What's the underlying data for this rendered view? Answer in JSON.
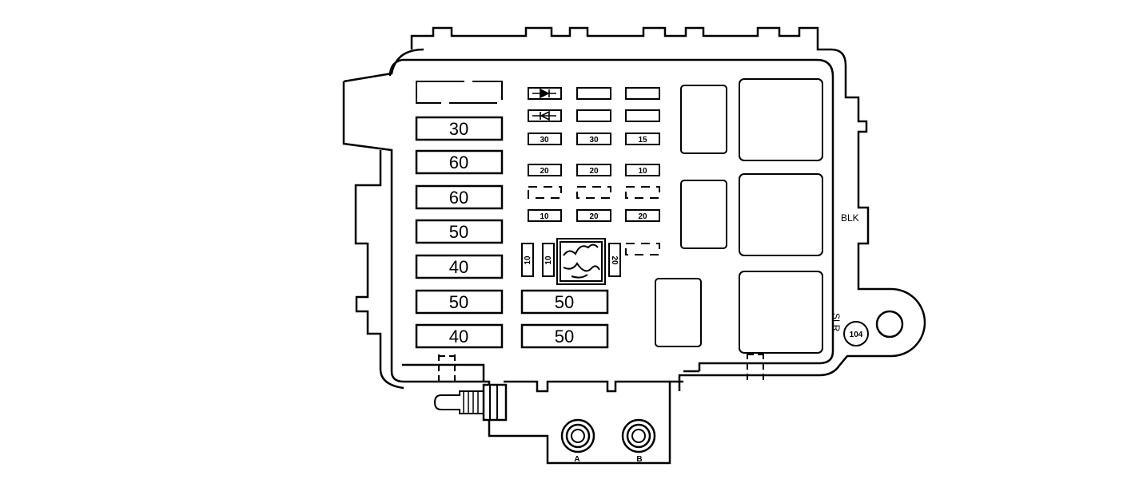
{
  "fuses": {
    "left_column": [
      "30",
      "60",
      "60",
      "50",
      "40",
      "50",
      "40"
    ],
    "middle_large": [
      "50",
      "50"
    ],
    "mini_rows": [
      [
        "30",
        "30",
        "15"
      ],
      [
        "20",
        "20",
        "10"
      ],
      [
        "10",
        "20",
        "20"
      ]
    ],
    "vertical": [
      "10",
      "10",
      "20"
    ]
  },
  "labels": {
    "blk": "BLK",
    "slr": "SLR",
    "ground_id": "104",
    "terminal_a": "A",
    "terminal_b": "B"
  }
}
